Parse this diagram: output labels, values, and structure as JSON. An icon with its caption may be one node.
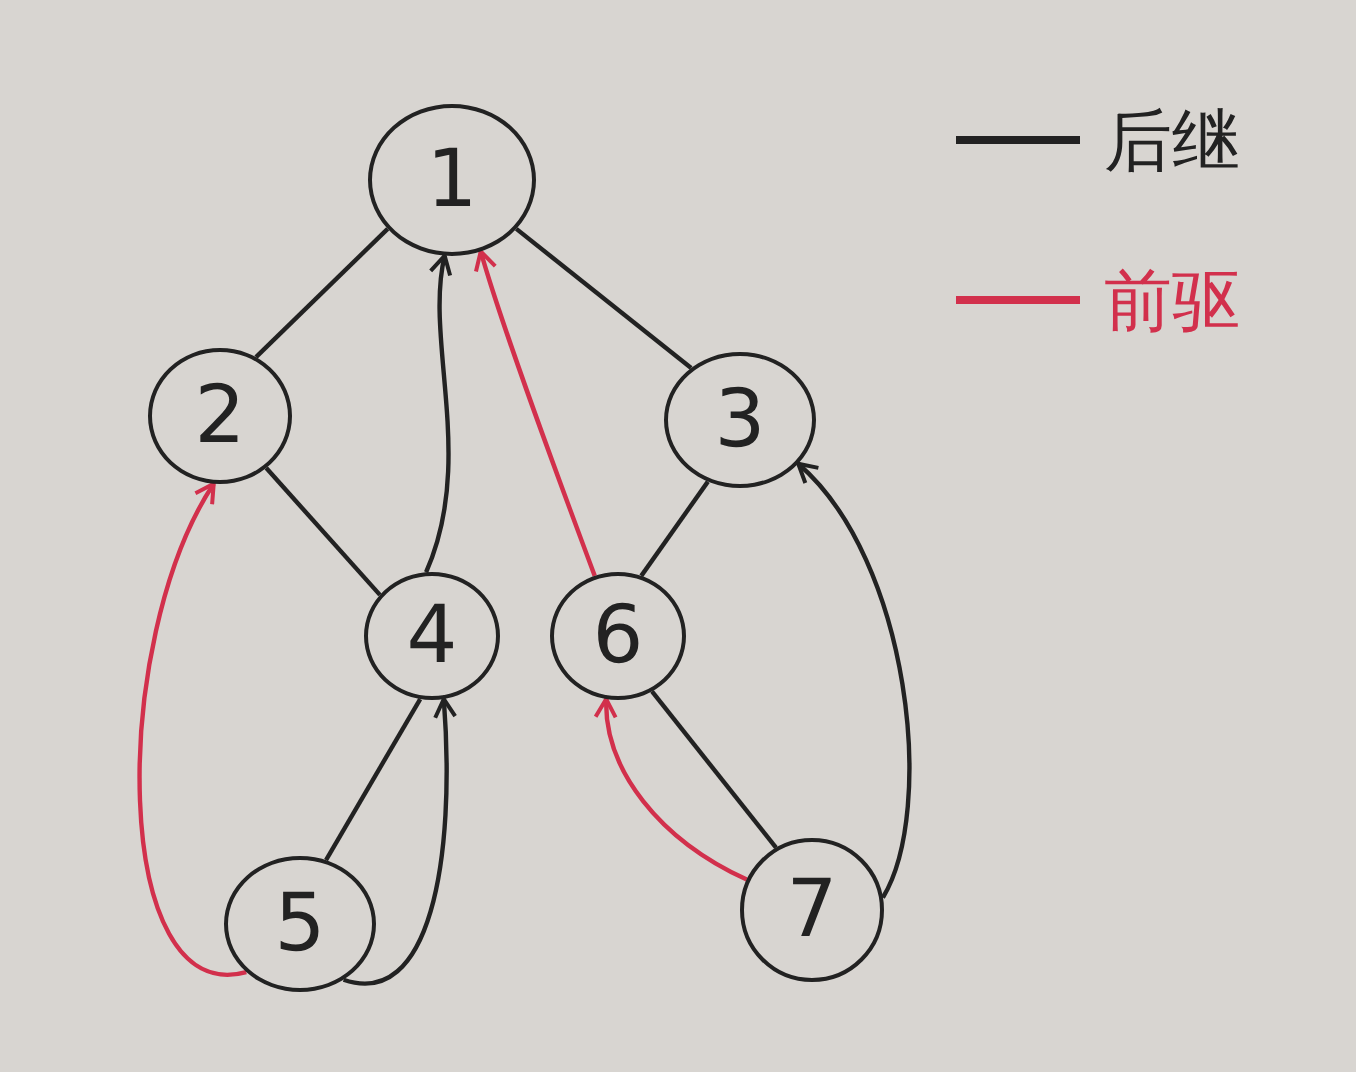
{
  "diagram": {
    "nodes": [
      {
        "text": [
          "1"
        ]
      },
      {
        "text": [
          "2"
        ]
      },
      {
        "text": [
          "3"
        ]
      },
      {
        "text": [
          "4"
        ]
      },
      {
        "text": [
          "6"
        ]
      },
      {
        "text": [
          "5"
        ]
      },
      {
        "text": [
          "7"
        ]
      }
    ],
    "edges": [
      {
        "from": 0,
        "to": 1,
        "arrow": "none"
      },
      {
        "from": 0,
        "to": 2,
        "arrow": "none"
      },
      {
        "from": 1,
        "to": 3,
        "arrow": "none"
      },
      {
        "from": 2,
        "to": 4,
        "arrow": "none"
      },
      {
        "from": 3,
        "to": 5,
        "arrow": "none"
      },
      {
        "from": 4,
        "to": 6,
        "arrow": "none"
      },
      {
        "from": 3,
        "to": 0,
        "arrow": "to"
      },
      {
        "from": 5,
        "to": 3,
        "arrow": "to"
      },
      {
        "from": 6,
        "to": 2,
        "arrow": "to"
      },
      {
        "from": 5,
        "to": 1,
        "arrow": "to",
        "color": "#d2304c"
      },
      {
        "from": 4,
        "to": 0,
        "arrow": "to",
        "color": "#d2304c"
      },
      {
        "from": 6,
        "to": 4,
        "arrow": "to",
        "color": "#d2304c"
      }
    ],
    "legend": [
      {
        "text": "后继"
      },
      {
        "text": "前驱"
      }
    ]
  }
}
